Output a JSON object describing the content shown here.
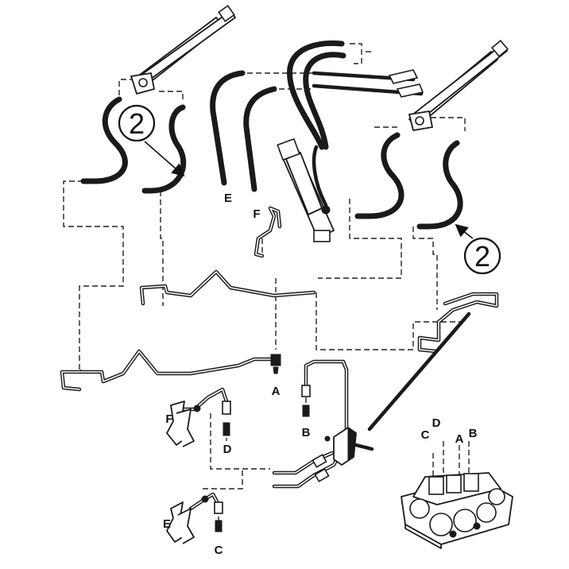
{
  "callouts": {
    "left": "2",
    "right": "2"
  },
  "hose_labels": {
    "E": "E",
    "F": "F"
  },
  "port_labels": {
    "A": "A",
    "B": "B",
    "C": "C",
    "D": "D"
  },
  "fitting_labels": {
    "F": "F",
    "E": "E"
  },
  "valve_labels": {
    "C": "C",
    "D": "D",
    "A": "A",
    "B": "B"
  }
}
